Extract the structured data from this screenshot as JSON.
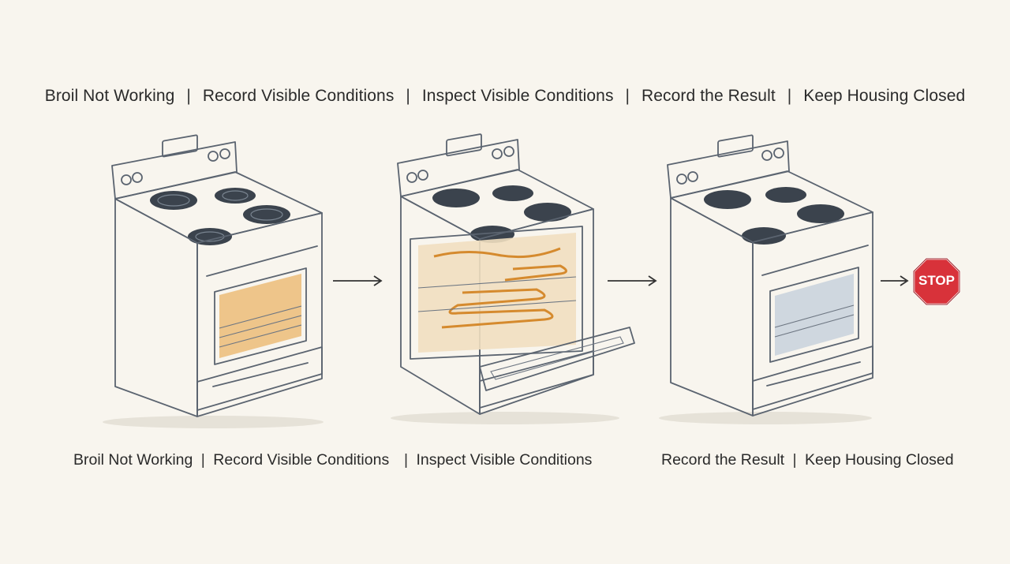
{
  "header": {
    "steps": [
      "Broil Not Working",
      "Record Visible Conditions",
      "Inspect Visible Conditions",
      "Record the Result",
      "Keep Housing Closed"
    ],
    "separator": "|"
  },
  "captions": {
    "stage1": {
      "left": "Broil Not Working",
      "right": "Record Visible Conditions"
    },
    "stage2": {
      "text": "Inspect Visible Conditions"
    },
    "stage3": {
      "left": "Record the Result",
      "right": "Keep Housing Closed"
    },
    "separator": "|"
  },
  "stop_sign": {
    "text": "STOP",
    "color": "#d8323a"
  },
  "colors": {
    "background": "#f8f5ee",
    "element_glow": "#e9b15f",
    "steel": "#dfe4ea",
    "ink": "#5b6470"
  }
}
